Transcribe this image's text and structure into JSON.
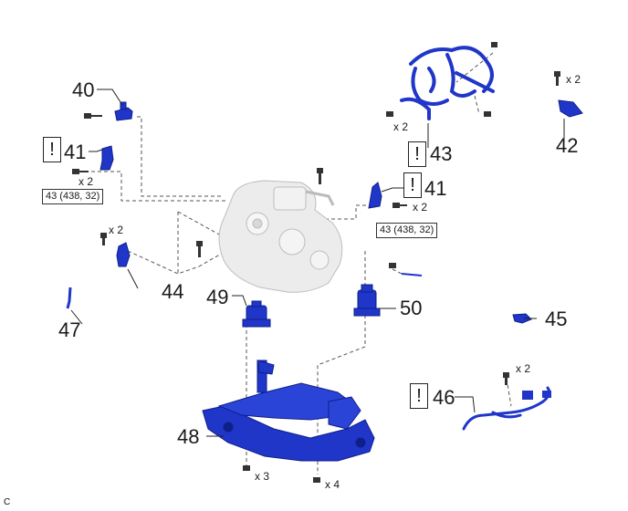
{
  "callouts": {
    "c40": "40",
    "c41a": "41",
    "c41b": "41",
    "c42": "42",
    "c43": "43",
    "c44": "44",
    "c45": "45",
    "c46": "46",
    "c47": "47",
    "c48": "48",
    "c49": "49",
    "c50": "50"
  },
  "quantities": {
    "q41a": "x 2",
    "q41b": "x 2",
    "q42": "x 2",
    "q43": "x 2",
    "q44": "x 2",
    "q46": "x 2",
    "q48a": "x 3",
    "q48b": "x 4"
  },
  "torque_specs": {
    "t1": "43 (438, 32)",
    "t2": "43 (438, 32)"
  },
  "warning_symbol": "!",
  "figure_ref": "C",
  "colors": {
    "part_blue": "#1f36c8",
    "part_dark": "#0f1f8a",
    "engine_gray": "#e6e6e6",
    "line": "#555555"
  }
}
